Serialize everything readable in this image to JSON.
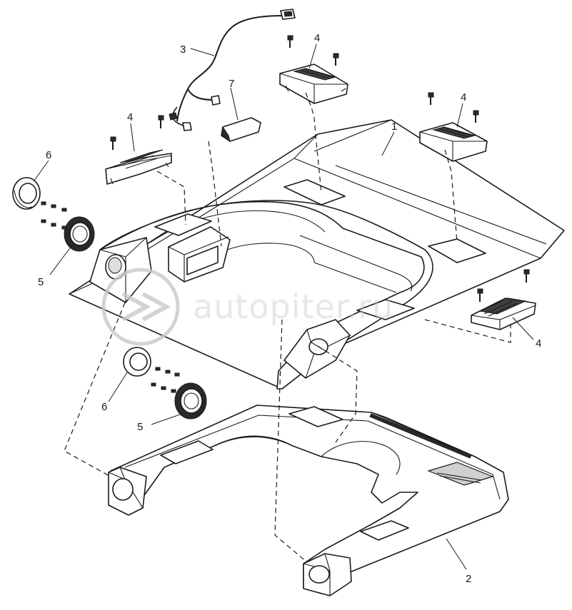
{
  "callouts": {
    "c1": "1",
    "c2": "2",
    "c3": "3",
    "c4a": "4",
    "c4b": "4",
    "c4c": "4",
    "c4d": "4",
    "c5a": "5",
    "c5b": "5",
    "c6a": "6",
    "c6b": "6",
    "c7": "7"
  },
  "watermark": {
    "text": "autopiter.ru"
  },
  "colors": {
    "line": "#1a1a1a",
    "watermark": "#c9c9c9"
  }
}
